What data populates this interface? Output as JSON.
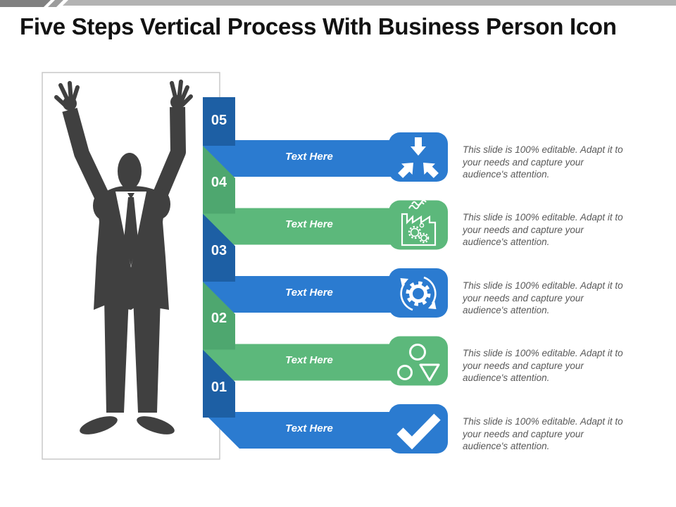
{
  "title": "Five Steps Vertical Process With Business Person Icon",
  "person_panel": {
    "content": "business-person-silhouette"
  },
  "steps": [
    {
      "number": "05",
      "label": "Text Here",
      "icon": "converging-arrows",
      "description": "This slide is 100% editable. Adapt it to your needs and capture your audience's attention.",
      "block_color": "#1d5fa4",
      "banner_color": "#2b7bd0"
    },
    {
      "number": "04",
      "label": "Text Here",
      "icon": "factory",
      "description": "This slide is 100% editable. Adapt it to your needs and capture your audience's attention.",
      "block_color": "#4ea76f",
      "banner_color": "#5cb87b"
    },
    {
      "number": "03",
      "label": "Text Here",
      "icon": "gear-rotation",
      "description": "This slide is 100% editable. Adapt it to your needs and capture your audience's attention.",
      "block_color": "#1d5fa4",
      "banner_color": "#2b7bd0"
    },
    {
      "number": "02",
      "label": "Text Here",
      "icon": "circles-and-triangle",
      "description": "This slide is 100% editable. Adapt it to your needs and capture your audience's attention.",
      "block_color": "#4ea76f",
      "banner_color": "#5cb87b"
    },
    {
      "number": "01",
      "label": "Text Here",
      "icon": "checkmark",
      "description": "This slide is 100% editable. Adapt it to your needs and capture your audience's attention.",
      "block_color": "#1d5fa4",
      "banner_color": "#2b7bd0"
    }
  ],
  "colors": {
    "dark_blue": "#1d5fa4",
    "bright_blue": "#2b7bd0",
    "dark_green": "#4ea76f",
    "bright_green": "#5cb87b",
    "title_text": "#121212",
    "description_text": "#595959",
    "top_bar_dark": "#808080",
    "top_bar_slash": "#9d9d9d",
    "top_bar_light": "#b3b3b3",
    "silhouette": "#404040",
    "panel_border": "#c9c9c9"
  }
}
